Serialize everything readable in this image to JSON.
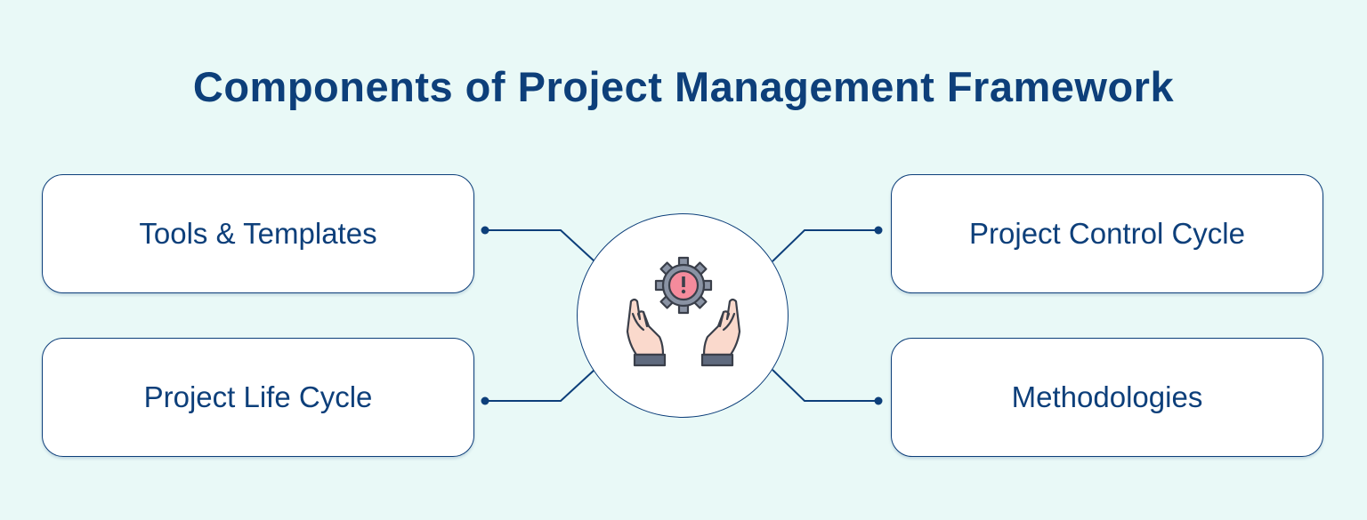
{
  "title": "Components of Project Management Framework",
  "components": [
    {
      "label": "Tools & Templates"
    },
    {
      "label": "Project Life Cycle"
    },
    {
      "label": "Project Control Cycle"
    },
    {
      "label": "Methodologies"
    }
  ],
  "hub": {
    "icon": "hands-with-gear-alert-icon"
  },
  "colors": {
    "background": "#e9f9f7",
    "primary": "#0d3f7a",
    "card": "#ffffff",
    "gear_fill": "#f58b9c",
    "skin": "#fad9cc",
    "cuff": "#5f6a7e"
  }
}
